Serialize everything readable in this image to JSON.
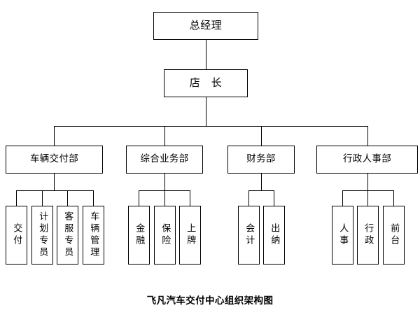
{
  "chart": {
    "caption": "飞凡汽车交付中心组织架构图",
    "line_color": "#000000",
    "background_color": "#ffffff",
    "text_color": "#000000",
    "top": {
      "label": "总经理"
    },
    "manager": {
      "label": "店　长"
    },
    "departments": [
      {
        "label": "车辆交付部",
        "children": [
          {
            "label": "交付"
          },
          {
            "label": "计划专员"
          },
          {
            "label": "客服专员"
          },
          {
            "label": "车辆管理"
          }
        ]
      },
      {
        "label": "综合业务部",
        "children": [
          {
            "label": "金融"
          },
          {
            "label": "保险"
          },
          {
            "label": "上牌"
          }
        ]
      },
      {
        "label": "财务部",
        "children": [
          {
            "label": "会计"
          },
          {
            "label": "出纳"
          }
        ]
      },
      {
        "label": "行政人事部",
        "children": [
          {
            "label": "人事"
          },
          {
            "label": "行政"
          },
          {
            "label": "前台"
          }
        ]
      }
    ]
  }
}
